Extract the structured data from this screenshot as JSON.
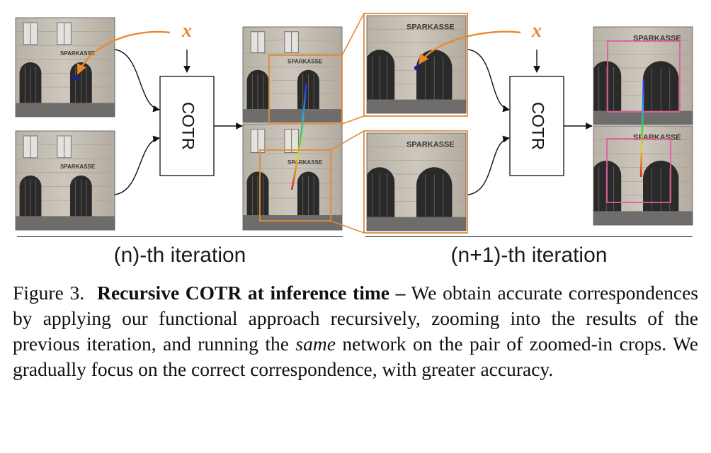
{
  "figure": {
    "cotr_label": "COTR",
    "query_symbol": "x",
    "sign_text": "SPARKASSE",
    "iteration_labels": [
      "(n)-th iteration",
      "(n+1)-th iteration"
    ],
    "colors": {
      "arrow_orange": "#e98a2f",
      "crop_box": "#e08a3a",
      "final_box": "#e85aa0",
      "facade": "#c2bcb2",
      "window_dark": "#2b2a2a",
      "ground": "#6f6d6b"
    }
  },
  "caption": {
    "label": "Figure 3.",
    "title": "Recursive COTR at inference time –",
    "text_1": " We obtain accurate correspondences by applying our functional approach recursively, zooming into the results of the previous iteration, and running the ",
    "emph": "same",
    "text_2": " network on the pair of zoomed-in crops. We gradually focus on the correct correspondence, with greater accuracy."
  }
}
